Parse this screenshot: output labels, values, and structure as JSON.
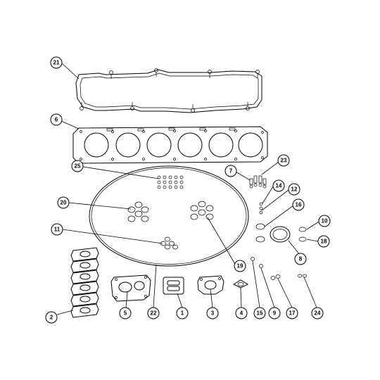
{
  "callouts": [
    {
      "id": "c21",
      "label": "21"
    },
    {
      "id": "c6",
      "label": "6"
    },
    {
      "id": "c25",
      "label": "25"
    },
    {
      "id": "c7",
      "label": "7"
    },
    {
      "id": "c23",
      "label": "23"
    },
    {
      "id": "c14",
      "label": "14"
    },
    {
      "id": "c12",
      "label": "12"
    },
    {
      "id": "c16",
      "label": "16"
    },
    {
      "id": "c20",
      "label": "20"
    },
    {
      "id": "c10",
      "label": "10"
    },
    {
      "id": "c18",
      "label": "18"
    },
    {
      "id": "c11",
      "label": "11"
    },
    {
      "id": "c8",
      "label": "8"
    },
    {
      "id": "c19",
      "label": "19"
    },
    {
      "id": "c5",
      "label": "5"
    },
    {
      "id": "c22",
      "label": "22"
    },
    {
      "id": "c1",
      "label": "1"
    },
    {
      "id": "c3",
      "label": "3"
    },
    {
      "id": "c4",
      "label": "4"
    },
    {
      "id": "c15",
      "label": "15"
    },
    {
      "id": "c9",
      "label": "9"
    },
    {
      "id": "c17",
      "label": "17"
    },
    {
      "id": "c24",
      "label": "24"
    },
    {
      "id": "c2",
      "label": "2"
    }
  ]
}
